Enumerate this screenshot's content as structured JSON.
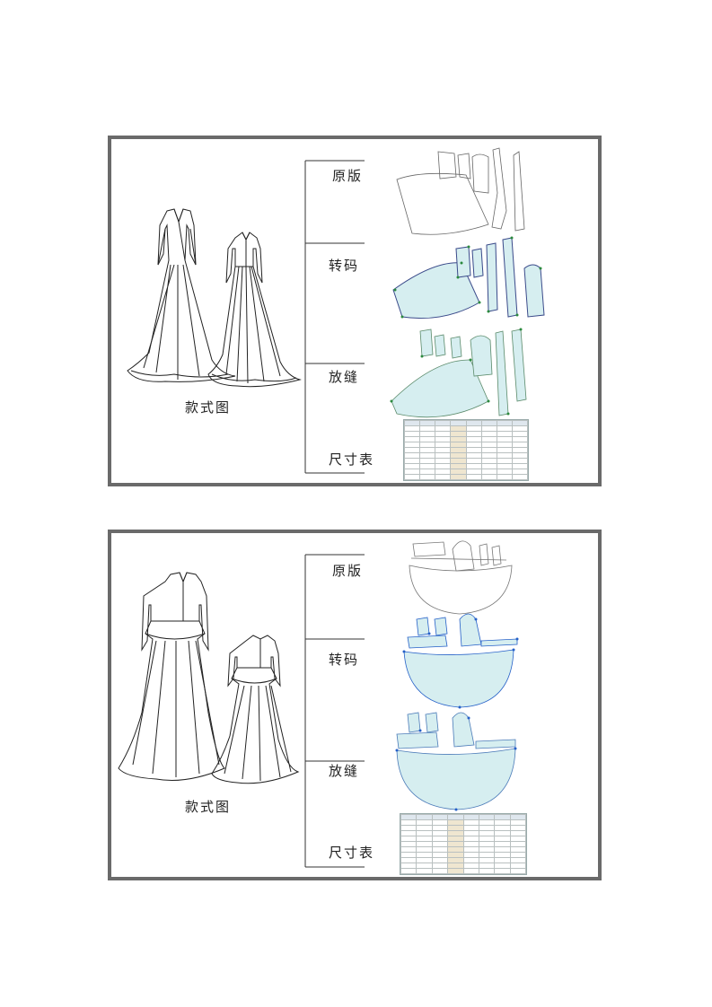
{
  "panels": [
    {
      "caption": "款式图",
      "sections": [
        "原版",
        "转码",
        "放缝",
        "尺寸表"
      ]
    },
    {
      "caption": "款式图",
      "sections": [
        "原版",
        "转码",
        "放缝",
        "尺寸表"
      ]
    }
  ],
  "colors": {
    "frame": "#6a6a6a",
    "pattern_fill": "#d6eef0",
    "pattern_line": "#3a4a8a",
    "grade_point": "#2b8a3e",
    "grade_point_blue": "#2560c8"
  }
}
